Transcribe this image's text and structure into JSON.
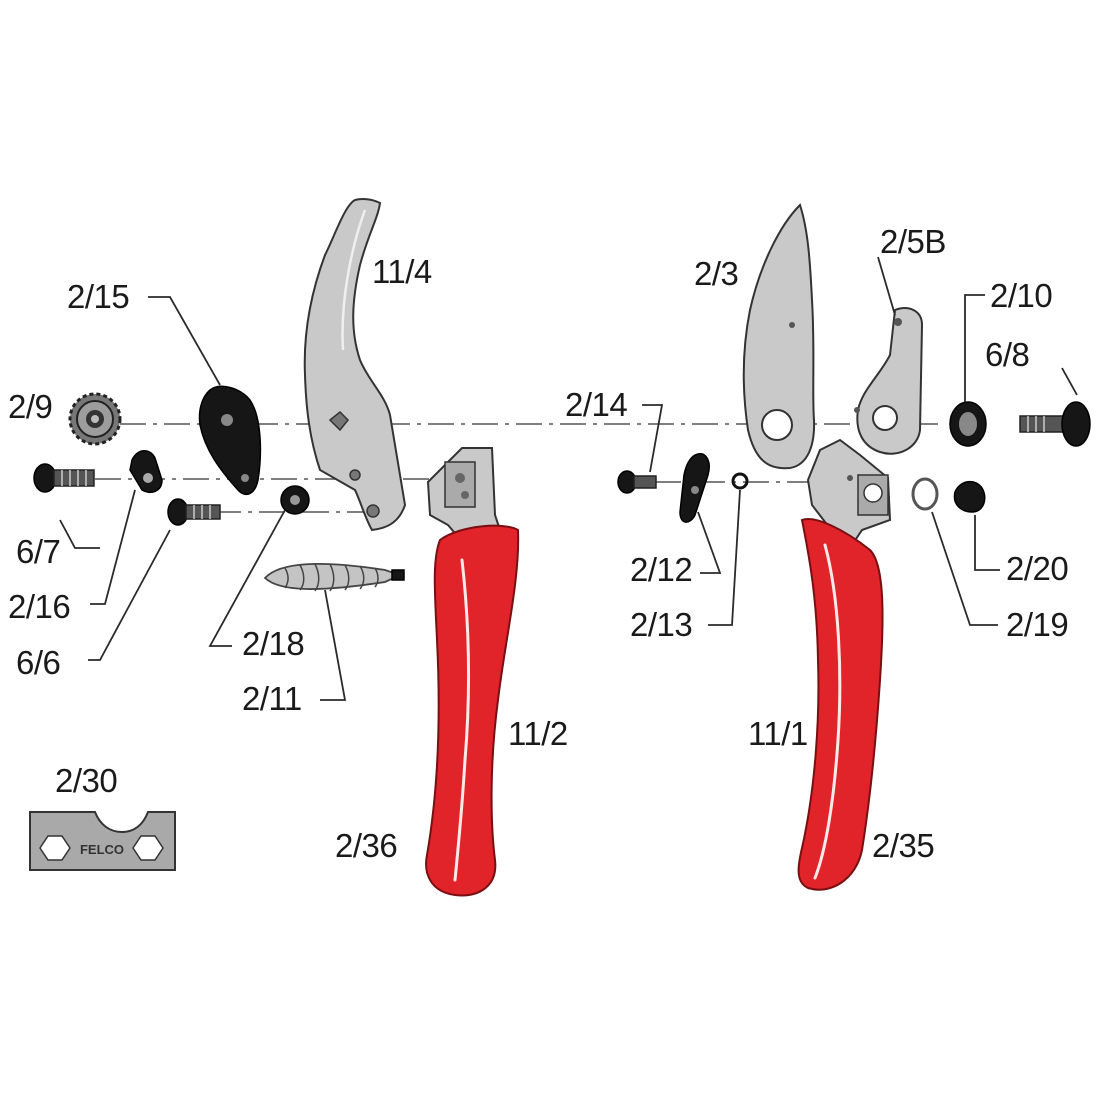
{
  "colors": {
    "handle_red": "#e1232a",
    "metal_grey": "#c9c9c9",
    "part_black": "#161616"
  },
  "labels": {
    "p11_4": "11/4",
    "p2_15": "2/15",
    "p2_9": "2/9",
    "p6_7": "6/7",
    "p2_16": "2/16",
    "p6_6": "6/6",
    "p2_18": "2/18",
    "p2_11": "2/11",
    "p11_2": "11/2",
    "p2_30": "2/30",
    "p2_36": "2/36",
    "p2_3": "2/3",
    "p2_5B": "2/5B",
    "p2_10": "2/10",
    "p6_8": "6/8",
    "p2_14": "2/14",
    "p2_12": "2/12",
    "p2_13": "2/13",
    "p2_20": "2/20",
    "p2_19": "2/19",
    "p11_1": "11/1",
    "p2_35": "2/35"
  },
  "wrench_engraving": "FELCO"
}
